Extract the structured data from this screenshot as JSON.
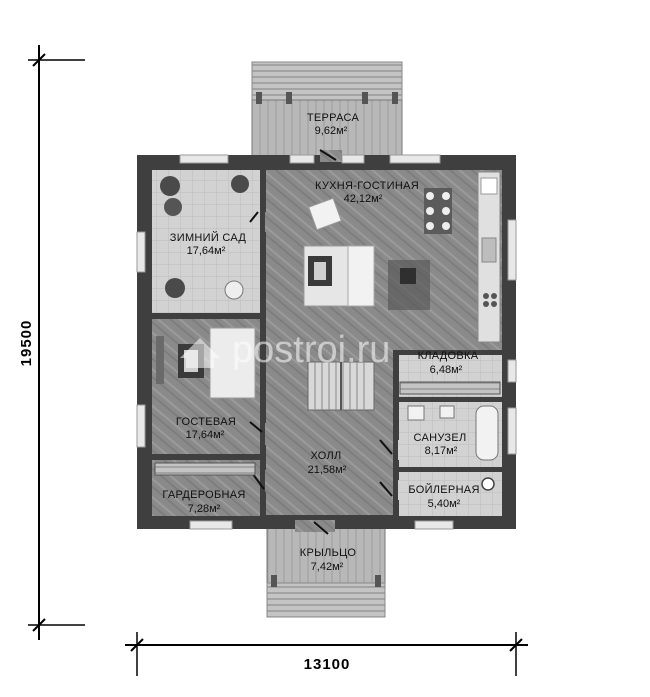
{
  "plan": {
    "rooms": [
      {
        "key": "terrace",
        "name": "ТЕРРАСА",
        "area": "9,62м²"
      },
      {
        "key": "kitchen",
        "name": "КУХНЯ-ГОСТИНАЯ",
        "area": "42,12м²"
      },
      {
        "key": "garden",
        "name": "ЗИМНИЙ САД",
        "area": "17,64м²"
      },
      {
        "key": "pantry",
        "name": "КЛАДОВКА",
        "area": "6,48м²"
      },
      {
        "key": "guest",
        "name": "ГОСТЕВАЯ",
        "area": "17,64м²"
      },
      {
        "key": "bath",
        "name": "САНУЗЕЛ",
        "area": "8,17м²"
      },
      {
        "key": "hall",
        "name": "ХОЛЛ",
        "area": "21,58м²"
      },
      {
        "key": "wardrobe",
        "name": "ГАРДЕРОБНАЯ",
        "area": "7,28м²"
      },
      {
        "key": "boiler",
        "name": "БОЙЛЕРНАЯ",
        "area": "5,40м²"
      },
      {
        "key": "porch",
        "name": "КРЫЛЬЦО",
        "area": "7,42м²"
      }
    ],
    "dimensions": {
      "width": "13100",
      "height": "19500"
    },
    "watermark": "postroi.ru",
    "colors": {
      "wall": "#3f3f3f",
      "floor_wood": "#8d8d8d",
      "floor_tile": "#cfcfcf",
      "deck": "#b5b5b5"
    }
  }
}
